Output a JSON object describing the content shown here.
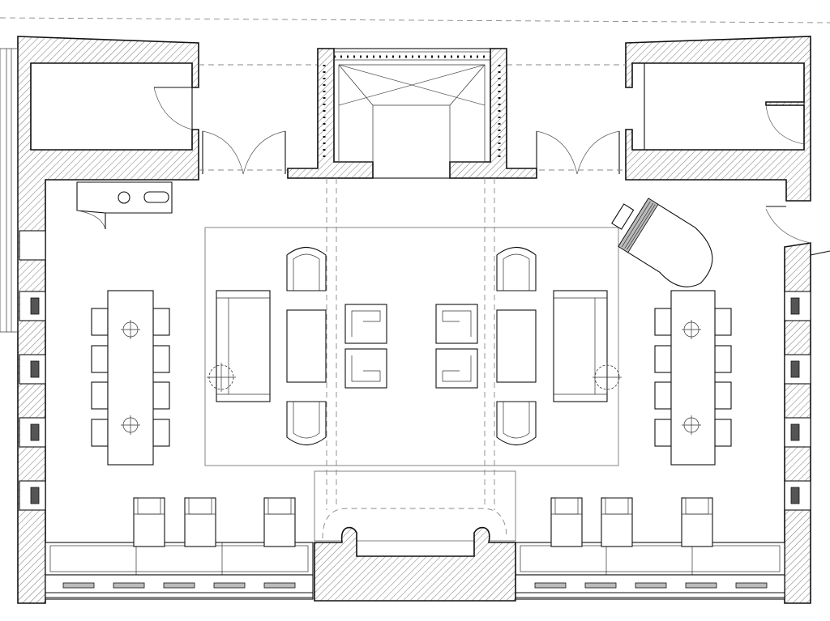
{
  "drawing": {
    "kind": "architectural floor plan",
    "elements": [
      "walls",
      "doors",
      "dining-tables",
      "sofas",
      "armchairs",
      "ottomans",
      "rug",
      "grand-piano",
      "window-seats",
      "bar-counter",
      "fireplace"
    ]
  }
}
